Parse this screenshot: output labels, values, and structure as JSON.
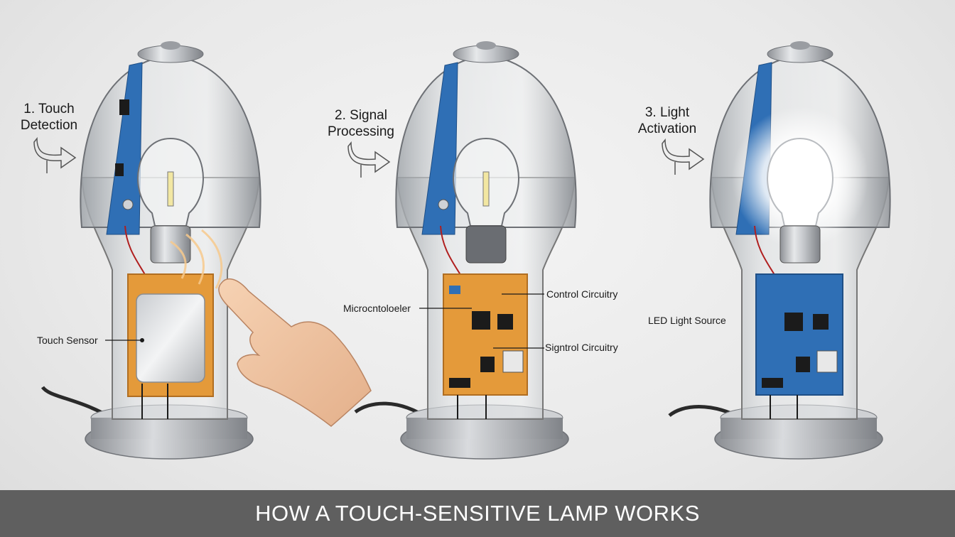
{
  "steps": [
    {
      "title_line1": "1. Touch",
      "title_line2": "Detection",
      "callouts": [
        "Touch Sensor"
      ]
    },
    {
      "title_line1": "2. Signal",
      "title_line2": "Processing",
      "callouts": [
        "Microcntoloeler",
        "Control Circuitry",
        "Signtrol Circuitry"
      ]
    },
    {
      "title_line1": "3. Light",
      "title_line2": "Activation",
      "callouts": [
        "LED Light Source"
      ]
    }
  ],
  "footer": {
    "title": "HOW A TOUCH-SENSITIVE LAMP WORKS"
  },
  "colors": {
    "pcb_orange": "#e49a3a",
    "pcb_blue": "#2f6fb5",
    "footer_bg": "#5f5f5f",
    "metal": "#b9bcc0"
  }
}
